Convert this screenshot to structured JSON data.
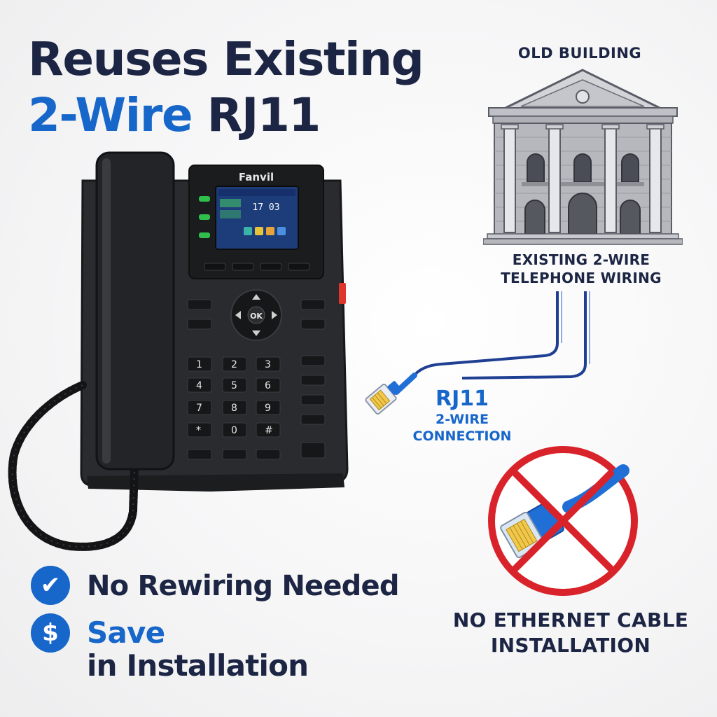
{
  "headline": {
    "line1": "Reuses Existing",
    "line2_accent": "2-Wire",
    "line2_rest": "RJ11"
  },
  "building": {
    "label": "OLD BUILDING",
    "wiring_line1": "EXISTING 2-WIRE",
    "wiring_line2": "TELEPHONE WIRING"
  },
  "connection": {
    "title": "RJ11",
    "line1": "2-WIRE",
    "line2": "CONNECTION"
  },
  "no_ethernet": {
    "line1": "NO ETHERNET CABLE",
    "line2": "INSTALLATION"
  },
  "benefits": [
    {
      "icon": "checkmark-icon",
      "glyph": "✔",
      "text": "No Rewiring Needed"
    },
    {
      "icon": "dollar-icon",
      "glyph": "$",
      "line1": "Save",
      "line2": "in Installation"
    }
  ],
  "phone": {
    "brand": "Fanvil",
    "screen_time": "17 03",
    "keypad": [
      "1",
      "2",
      "3",
      "4",
      "5",
      "6",
      "7",
      "8",
      "9",
      "*",
      "0",
      "#"
    ],
    "nav_center": "OK"
  },
  "colors": {
    "accent": "#1766c9",
    "text_dark": "#1c2543",
    "prohibit_red": "#d9232a",
    "cable_blue": "#1f6fd6"
  }
}
